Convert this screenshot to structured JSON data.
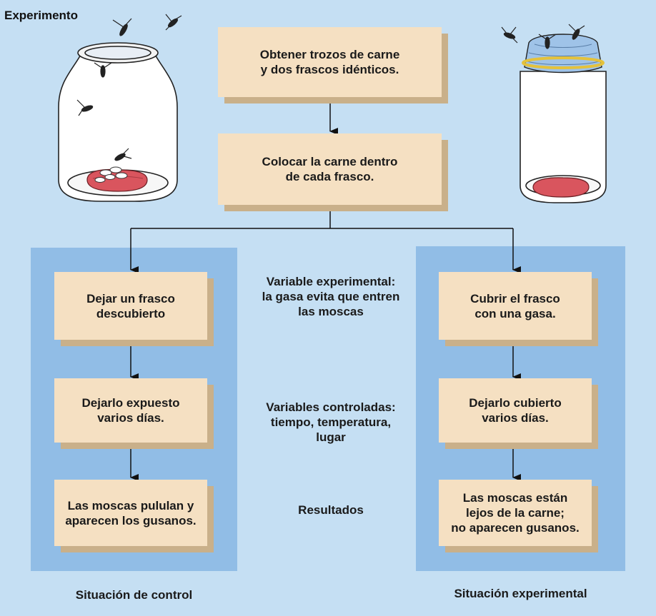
{
  "title": "Experimento",
  "steps": {
    "obtain": "Obtener trozos de carne\ny dos frascos idénticos.",
    "place": "Colocar la carne dentro\nde cada frasco."
  },
  "control": {
    "step1": "Dejar un frasco\ndescubierto",
    "step2": "Dejarlo expuesto\nvarios días.",
    "result": "Las moscas pululan y\naparecen los gusanos.",
    "caption": "Situación de control"
  },
  "experimental": {
    "step1": "Cubrir el frasco\ncon una gasa.",
    "step2": "Dejarlo cubierto\nvarios días.",
    "result": "Las moscas están\nlejos de la carne;\nno aparecen gusanos.",
    "caption": "Situación experimental"
  },
  "middle": {
    "variable_experimental": "Variable experimental:\nla gasa evita que entren\nlas moscas",
    "variables_controladas": "Variables controladas:\ntiempo, temperatura,\nlugar",
    "resultados": "Resultados"
  },
  "colors": {
    "background": "#c5dff3",
    "panel": "#91bde6",
    "box": "#f5e0c2",
    "box_shadow": "#c9b08a",
    "meat": "#d9555e",
    "gauze": "#9fc3e8",
    "band": "#e4c23c"
  },
  "icons": [
    "open-jar-icon",
    "covered-jar-icon",
    "fly-icon",
    "meat-icon",
    "worm-icon"
  ]
}
